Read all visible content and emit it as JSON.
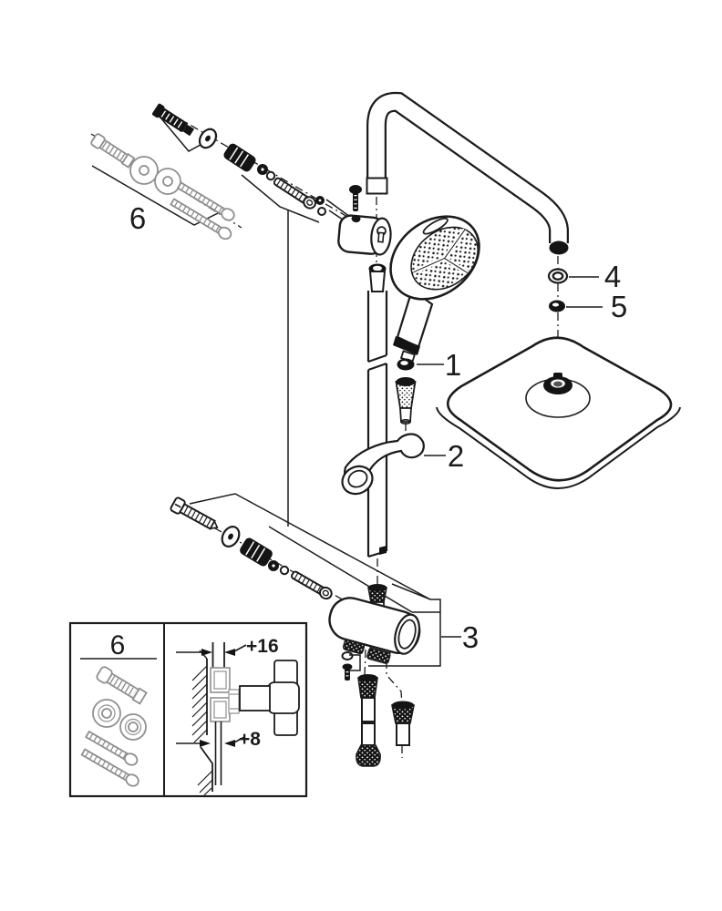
{
  "figure": {
    "kind": "exploded parts diagram",
    "background": "#ffffff",
    "line_color": "#1c1c1c",
    "grayed_part_color": "#8f8f8f"
  },
  "callouts": {
    "mounting_hardware": "6",
    "hose_gasket": "1",
    "hand_shower_holder": "2",
    "diverter_valve": "3",
    "head_washer": "4",
    "head_gasket": "5"
  },
  "inset": {
    "hardware_set_label": "6",
    "dimension_top": "+16",
    "dimension_bottom": "+8"
  }
}
